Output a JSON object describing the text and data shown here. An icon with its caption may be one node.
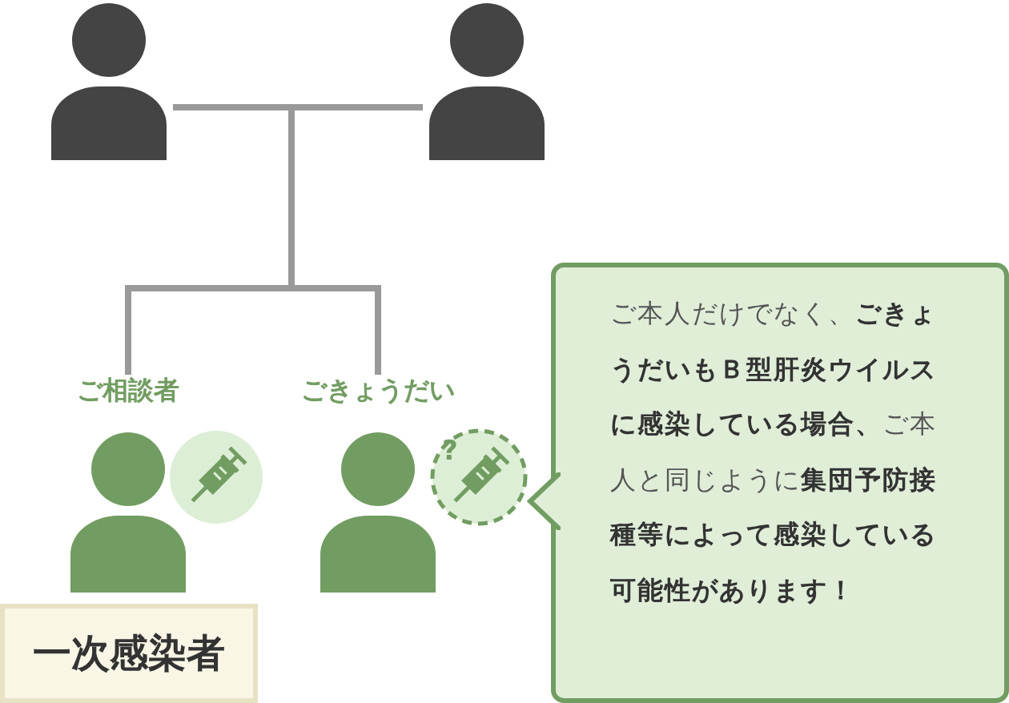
{
  "diagram": {
    "nodes": [
      {
        "text": [],
        "shape": "person"
      },
      {
        "text": [],
        "shape": "person"
      },
      {
        "text": [
          "ご相談者"
        ]
      },
      {
        "text": [
          "ごきょうだい"
        ]
      },
      {
        "text": [
          "一次感染者"
        ]
      },
      {
        "text": [
          "ご本人だけでなく、**ごきょうだいもＢ型肝炎ウイルスに感染している場合、**ご本人と同じように**集団予防接種等によって感染している可能性があります！**"
        ]
      }
    ],
    "edges": [
      {
        "from": 0,
        "to": 2,
        "arrow": "none"
      },
      {
        "from": 1,
        "to": 2,
        "arrow": "none"
      },
      {
        "from": 0,
        "to": 3,
        "arrow": "none"
      },
      {
        "from": 1,
        "to": 3,
        "arrow": "none"
      }
    ],
    "labels": [
      "?"
    ]
  }
}
